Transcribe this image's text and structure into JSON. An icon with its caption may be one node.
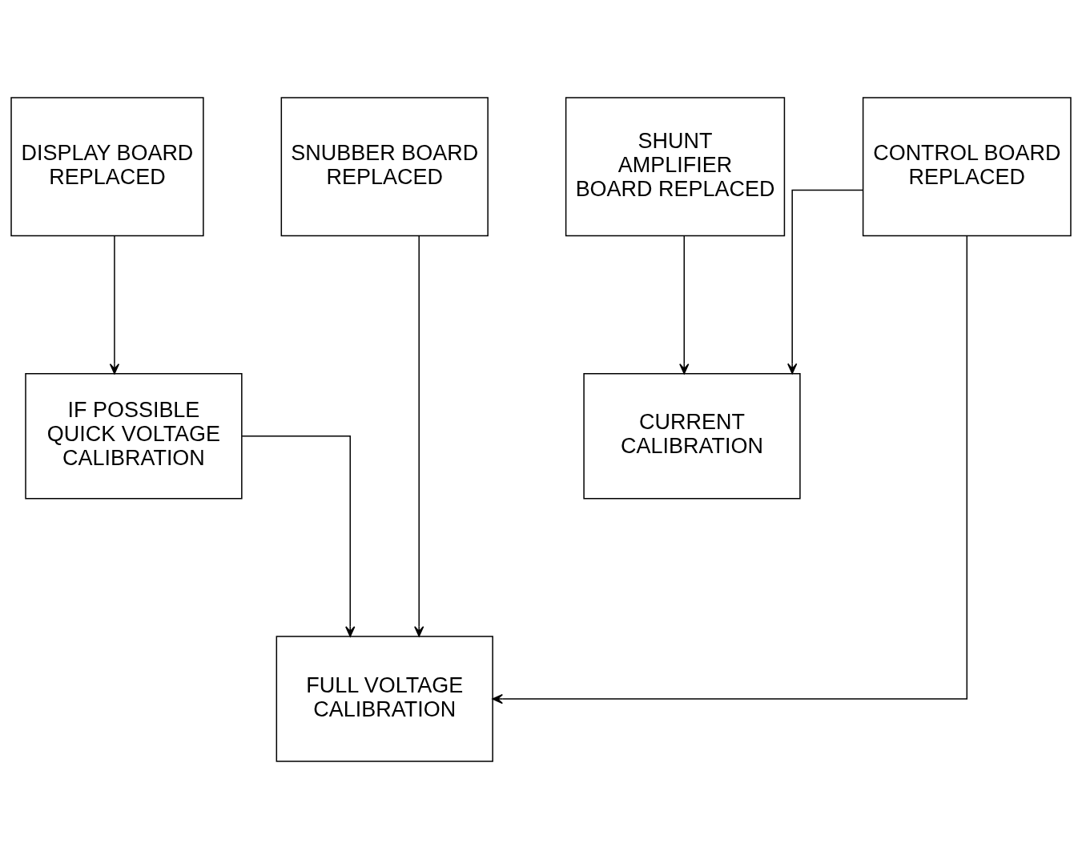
{
  "diagram": {
    "nodes": [
      {
        "text": [
          "DISPLAY BOARD REPLACED"
        ]
      },
      {
        "text": [
          "SNUBBER BOARD REPLACED"
        ]
      },
      {
        "text": [
          "SHUNT AMPLIFIER BOARD REPLACED"
        ]
      },
      {
        "text": [
          "CONTROL BOARD REPLACED"
        ]
      },
      {
        "text": [
          "IF POSSIBLE QUICK VOLTAGE CALIBRATION"
        ]
      },
      {
        "text": [
          "CURRENT CALIBRATION"
        ]
      },
      {
        "text": [
          "FULL VOLTAGE CALIBRATION"
        ]
      }
    ],
    "edges": [
      {
        "from": 0,
        "to": 4,
        "arrow": "to"
      },
      {
        "from": 4,
        "to": 6,
        "arrow": "to"
      },
      {
        "from": 1,
        "to": 6,
        "arrow": "to"
      },
      {
        "from": 2,
        "to": 5,
        "arrow": "to"
      },
      {
        "from": 3,
        "to": 5,
        "arrow": "to"
      },
      {
        "from": 3,
        "to": 6,
        "arrow": "to"
      }
    ]
  }
}
